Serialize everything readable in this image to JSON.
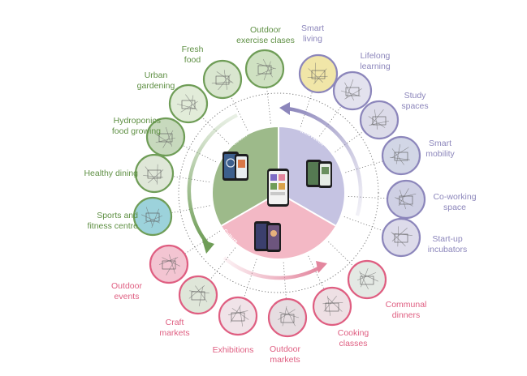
{
  "sectors": [
    {
      "id": "health",
      "title": "Health",
      "color": "#9dba8a"
    },
    {
      "id": "innovation",
      "title": "Innovation",
      "color": "#c5c3e2"
    },
    {
      "id": "culture",
      "title": "Culture",
      "color": "#f3b8c5"
    }
  ],
  "colors": {
    "green": "#5e8f43",
    "purple": "#8c86bb",
    "pink": "#df5e81",
    "dotted_ring": "#555555"
  },
  "green_labels": [
    {
      "lines": [
        "Outdoor",
        "exercise clases"
      ]
    },
    {
      "lines": [
        "Fresh",
        "food"
      ]
    },
    {
      "lines": [
        "Urban",
        "gardening"
      ]
    },
    {
      "lines": [
        "Hydroponics",
        "food growing"
      ]
    },
    {
      "lines": [
        "Healthy dining"
      ]
    },
    {
      "lines": [
        "Sports and",
        "fitness centre"
      ]
    }
  ],
  "purple_labels": [
    {
      "lines": [
        "Smart",
        "living"
      ]
    },
    {
      "lines": [
        "Lifelong",
        "learning"
      ]
    },
    {
      "lines": [
        "Study",
        "spaces"
      ]
    },
    {
      "lines": [
        "Smart",
        "mobility"
      ]
    },
    {
      "lines": [
        "Co-working",
        "space"
      ]
    },
    {
      "lines": [
        "Start-up",
        "incubators"
      ]
    }
  ],
  "pink_labels": [
    {
      "lines": [
        "Communal",
        "dinners"
      ]
    },
    {
      "lines": [
        "Cooking",
        "classes"
      ]
    },
    {
      "lines": [
        "Outdoor",
        "markets"
      ]
    },
    {
      "lines": [
        "Exhibitions"
      ]
    },
    {
      "lines": [
        "Craft",
        "markets"
      ]
    },
    {
      "lines": [
        "Outdoor",
        "events"
      ]
    }
  ],
  "icons": {
    "thumbnail": "activity-photo-circle",
    "phone": "smartphone-app-icon",
    "arrow": "cycle-arrow-icon"
  }
}
